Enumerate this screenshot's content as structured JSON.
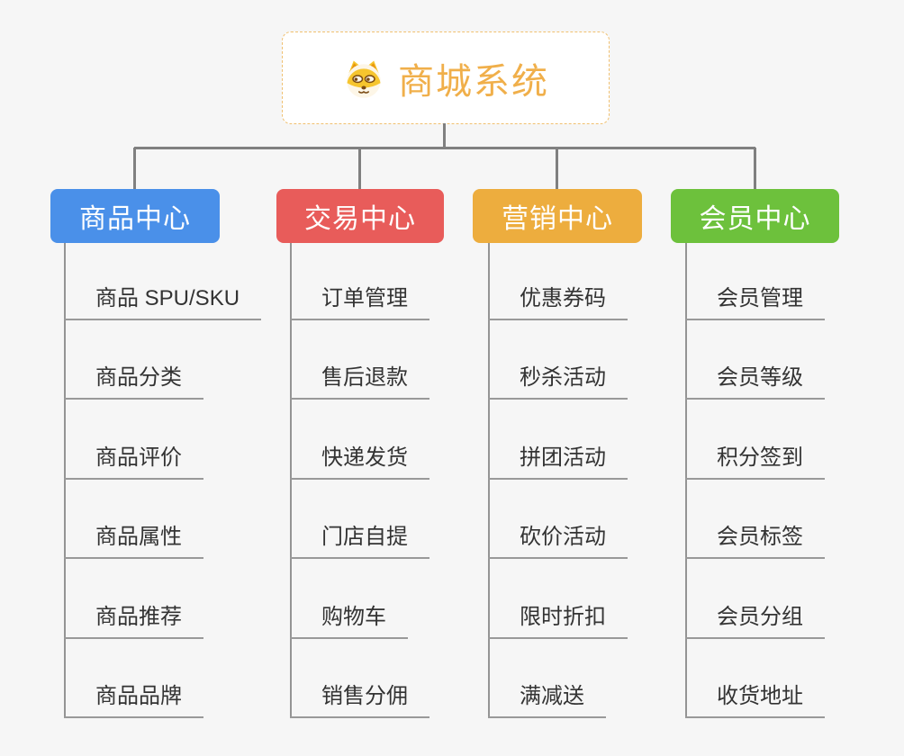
{
  "root": {
    "title": "商城系统",
    "icon": "dog-face-icon",
    "text_color": "#f0af4a",
    "border_color": "#f0c070"
  },
  "connector_color": "#808080",
  "leaf_line_color": "#999999",
  "branches": [
    {
      "label": "商品中心",
      "color": "#4a90e9",
      "children": [
        "商品 SPU/SKU",
        "商品分类",
        "商品评价",
        "商品属性",
        "商品推荐",
        "商品品牌"
      ]
    },
    {
      "label": "交易中心",
      "color": "#e85c5a",
      "children": [
        "订单管理",
        "售后退款",
        "快递发货",
        "门店自提",
        "购物车",
        "销售分佣"
      ]
    },
    {
      "label": "营销中心",
      "color": "#edad3e",
      "children": [
        "优惠券码",
        "秒杀活动",
        "拼团活动",
        "砍价活动",
        "限时折扣",
        "满减送"
      ]
    },
    {
      "label": "会员中心",
      "color": "#6dc13c",
      "children": [
        "会员管理",
        "会员等级",
        "积分签到",
        "会员标签",
        "会员分组",
        "收货地址"
      ]
    }
  ]
}
